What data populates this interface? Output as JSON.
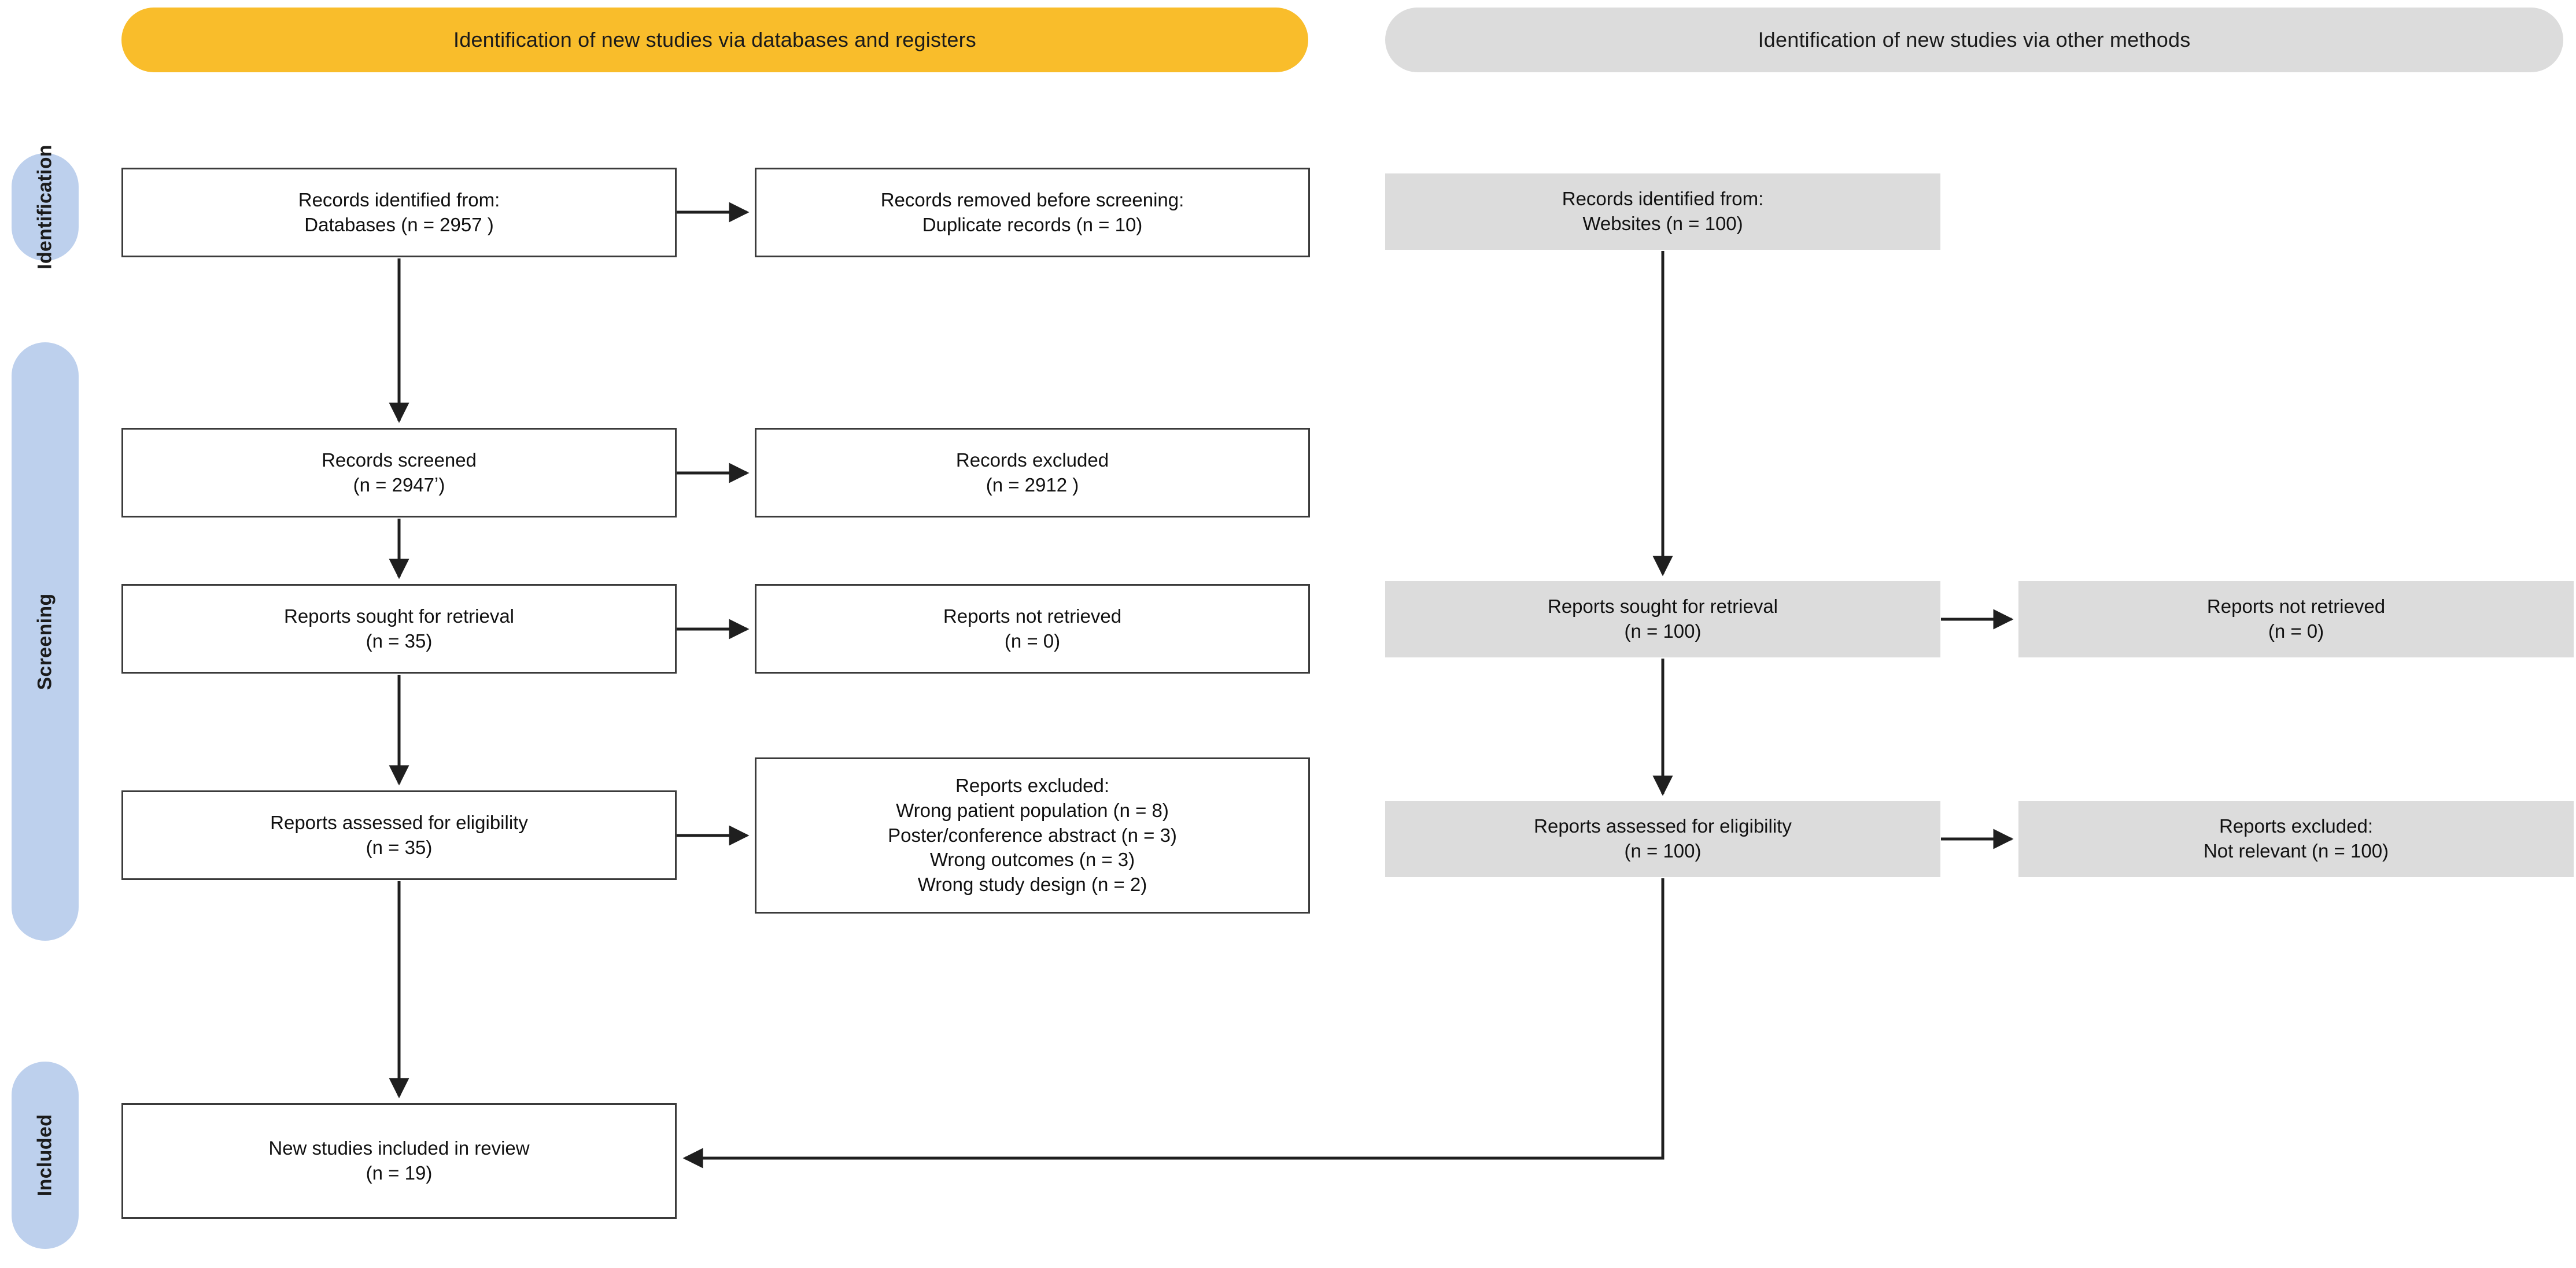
{
  "headers": {
    "databases": "Identification of new studies via databases and registers",
    "other": "Identification of new studies via other methods",
    "databases_color": "#F9BD2B",
    "other_color": "#DCDCDC"
  },
  "stages": {
    "identification": "Identification",
    "screening": "Screening",
    "included": "Included",
    "pill_color": "#BDD0ED"
  },
  "databases_column": {
    "identified": {
      "line1": "Records identified from:",
      "line2": "Databases (n = 2957 )"
    },
    "removed": {
      "line1": "Records removed before screening:",
      "line2": "Duplicate records (n = 10)"
    },
    "screened": {
      "line1": "Records screened",
      "line2": "(n =  2947ʼ)"
    },
    "records_excluded": {
      "line1": "Records excluded",
      "line2": "(n =  2912 )"
    },
    "sought": {
      "line1": "Reports sought for retrieval",
      "line2": "(n = 35)"
    },
    "not_retrieved": {
      "line1": "Reports not retrieved",
      "line2": "(n = 0)"
    },
    "assessed": {
      "line1": "Reports assessed for eligibility",
      "line2": "(n = 35)"
    },
    "reports_excluded": {
      "line1": "Reports excluded:",
      "line2": "Wrong patient population (n =  8)",
      "line3": "Poster/conference abstract (n =  3)",
      "line4": "Wrong outcomes (n =  3)",
      "line5": "Wrong study design (n =  2)"
    }
  },
  "other_column": {
    "identified": {
      "line1": "Records identified from:",
      "line2": "Websites (n = 100)"
    },
    "sought": {
      "line1": "Reports sought for retrieval",
      "line2": "(n = 100)"
    },
    "not_retrieved": {
      "line1": "Reports not retrieved",
      "line2": "(n = 0)"
    },
    "assessed": {
      "line1": "Reports assessed for eligibility",
      "line2": "(n = 100)"
    },
    "excluded": {
      "line1": "Reports excluded:",
      "line2": "Not relevant (n =  100)"
    }
  },
  "included_box": {
    "line1": "New studies included in review",
    "line2": "(n = 19)"
  },
  "colors": {
    "box_border": "#3b3b3b",
    "gray_fill": "#DCDCDC",
    "connector": "#1f1f1f"
  }
}
